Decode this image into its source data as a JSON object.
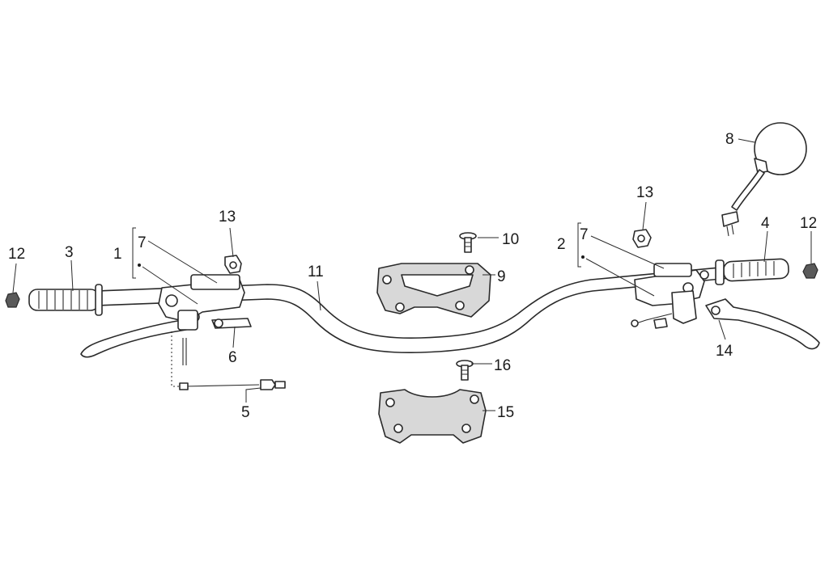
{
  "callouts": {
    "c1": "1",
    "c2": "2",
    "c3": "3",
    "c4": "4",
    "c5": "5",
    "c6": "6",
    "c7_left": "7",
    "c7_right": "7",
    "c8": "8",
    "c9": "9",
    "c10": "10",
    "c11": "11",
    "c12_left": "12",
    "c12_right": "12",
    "c13_left": "13",
    "c13_right": "13",
    "c14": "14",
    "c15": "15",
    "c16": "16"
  }
}
